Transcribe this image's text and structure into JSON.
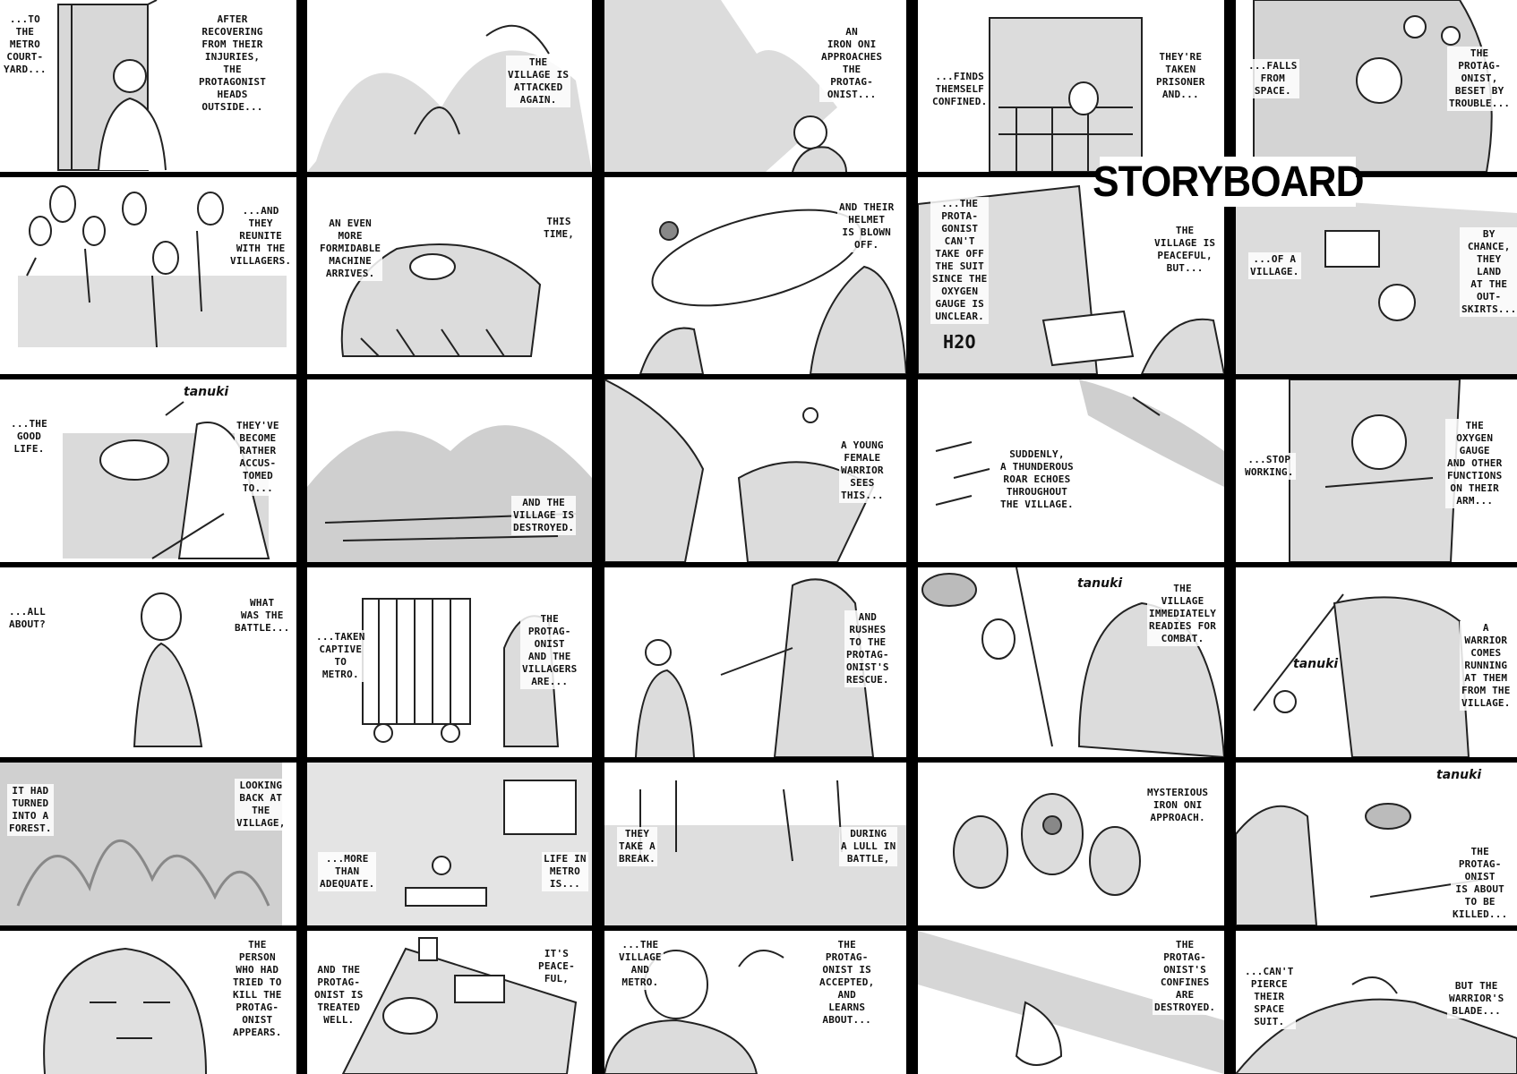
{
  "title": "STORYBOARD",
  "tanuki_label": "tanuki",
  "columns": [
    {
      "panels": [
        {
          "captions": [
            "...TO\nTHE\nMETRO\nCOURT-\nYARD...",
            "AFTER\nRECOVERING\nFROM THEIR\nINJURIES,\nTHE\nPROTAGONIST\nHEADS\nOUTSIDE..."
          ]
        },
        {
          "captions": [
            "...AND\nTHEY\nREUNITE\nWITH THE\nVILLAGERS."
          ]
        },
        {
          "captions": [
            "...THE\nGOOD\nLIFE.",
            "THEY'VE\nBECOME\nRATHER\nACCUS-\nTOMED\nTO..."
          ]
        },
        {
          "captions": [
            "...ALL\nABOUT?",
            "WHAT\nWAS THE\nBATTLE..."
          ]
        },
        {
          "captions": [
            "IT HAD\nTURNED\nINTO A\nFOREST.",
            "LOOKING\nBACK AT\nTHE\nVILLAGE,"
          ]
        },
        {
          "captions": [
            "THE\nPERSON\nWHO HAD\nTRIED TO\nKILL THE\nPROTAG-\nONIST\nAPPEARS."
          ]
        }
      ]
    },
    {
      "panels": [
        {
          "captions": [
            "THE\nVILLAGE IS\nATTACKED\nAGAIN."
          ]
        },
        {
          "captions": [
            "AN EVEN\nMORE\nFORMIDABLE\nMACHINE\nARRIVES.",
            "THIS\nTIME,"
          ]
        },
        {
          "captions": [
            "AND THE\nVILLAGE IS\nDESTROYED."
          ]
        },
        {
          "captions": [
            "...TAKEN\nCAPTIVE\nTO\nMETRO.",
            "THE\nPROTAG-\nONIST\nAND THE\nVILLAGERS\nARE..."
          ]
        },
        {
          "captions": [
            "...MORE\nTHAN\nADEQUATE.",
            "LIFE IN\nMETRO\nIS..."
          ]
        },
        {
          "captions": [
            "AND THE\nPROTAG-\nONIST IS\nTREATED\nWELL.",
            "IT'S\nPEACE-\nFUL,"
          ]
        }
      ]
    },
    {
      "panels": [
        {
          "captions": [
            "AN\nIRON ONI\nAPPROACHES\nTHE\nPROTAG-\nONIST..."
          ]
        },
        {
          "captions": [
            "AND THEIR\nHELMET\nIS BLOWN\nOFF."
          ]
        },
        {
          "captions": [
            "A YOUNG\nFEMALE\nWARRIOR\nSEES\nTHIS..."
          ]
        },
        {
          "captions": [
            "AND\nRUSHES\nTO THE\nPROTAG-\nONIST'S\nRESCUE."
          ]
        },
        {
          "captions": [
            "THEY\nTAKE A\nBREAK.",
            "DURING\nA LULL IN\nBATTLE,"
          ]
        },
        {
          "captions": [
            "...THE\nVILLAGE\nAND\nMETRO.",
            "THE\nPROTAG-\nONIST IS\nACCEPTED,\nAND\nLEARNS\nABOUT..."
          ]
        }
      ]
    },
    {
      "panels": [
        {
          "captions": [
            "...FINDS\nTHEMSELF\nCONFINED.",
            "THEY'RE\nTAKEN\nPRISONER\nAND..."
          ]
        },
        {
          "captions": [
            "...THE\nPROTA-\nGONIST\nCAN'T\nTAKE OFF\nTHE SUIT\nSINCE THE\nOXYGEN\nGAUGE IS\nUNCLEAR.",
            "THE\nVILLAGE IS\nPEACEFUL,\nBUT..."
          ],
          "sign": "H2O"
        },
        {
          "captions": [
            "SUDDENLY,\nA THUNDEROUS\nROAR ECHOES\nTHROUGHOUT\nTHE VILLAGE."
          ]
        },
        {
          "captions": [
            "THE\nVILLAGE\nIMMEDIATELY\nREADIES FOR\nCOMBAT."
          ]
        },
        {
          "captions": [
            "MYSTERIOUS\nIRON ONI\nAPPROACH."
          ]
        },
        {
          "captions": [
            "THE\nPROTAG-\nONIST'S\nCONFINES\nARE\nDESTROYED."
          ]
        }
      ]
    },
    {
      "panels": [
        {
          "captions": [
            "...FALLS\nFROM\nSPACE.",
            "THE\nPROTAG-\nONIST,\nBESET BY\nTROUBLE..."
          ]
        },
        {
          "captions": [
            "...OF A\nVILLAGE.",
            "BY\nCHANCE,\nTHEY\nLAND\nAT THE\nOUT-\nSKIRTS..."
          ]
        },
        {
          "captions": [
            "...STOP\nWORKING.",
            "THE\nOXYGEN\nGAUGE\nAND OTHER\nFUNCTIONS\nON THEIR\nARM..."
          ]
        },
        {
          "captions": [
            "A\nWARRIOR\nCOMES\nRUNNING\nAT THEM\nFROM THE\nVILLAGE."
          ]
        },
        {
          "captions": [
            "THE\nPROTAG-\nONIST\nIS ABOUT\nTO BE\nKILLED..."
          ]
        },
        {
          "captions": [
            "...CAN'T\nPIERCE\nTHEIR\nSPACE\nSUIT.",
            "BUT THE\nWARRIOR'S\nBLADE..."
          ]
        }
      ]
    }
  ]
}
